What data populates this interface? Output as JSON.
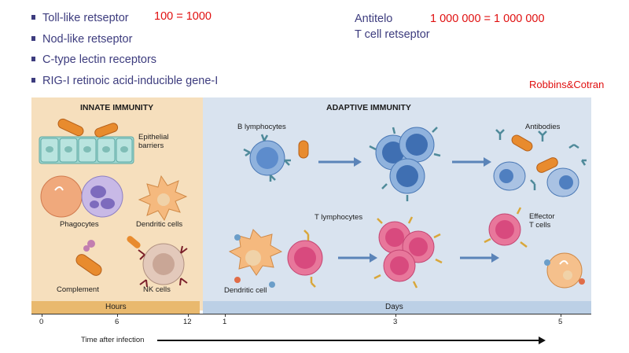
{
  "receptors": [
    "Toll-like retseptor",
    "Nod-like retseptor",
    "C-type lectin receptors",
    "RIG-I retinoic acid-inducible gene-I"
  ],
  "innate_count": "100 = 1000",
  "antigen_label": "Antitelo",
  "antigen_count": "1 000 000 = 1 000 000",
  "tcell_receptor_label": "T cell retseptor",
  "source": "Robbins&Cotran",
  "figure": {
    "innate_title": "INNATE IMMUNITY",
    "adaptive_title": "ADAPTIVE IMMUNITY",
    "epithelial": "Epithelial\nbarriers",
    "phagocytes": "Phagocytes",
    "dendritic_cells": "Dendritic cells",
    "complement": "Complement",
    "nk_cells": "NK cells",
    "b_lymphocytes": "B lymphocytes",
    "antibodies": "Antibodies",
    "t_lymphocytes": "T lymphocytes",
    "effector_t": "Effector\nT cells",
    "dendritic_cell": "Dendritic cell",
    "hours": "Hours",
    "days": "Days",
    "ticks": [
      "0",
      "6",
      "12",
      "1",
      "3",
      "5"
    ],
    "time_after_infection": "Time after infection"
  },
  "colors": {
    "bullet_text": "#3d3c7e",
    "red_text": "#e01010",
    "innate_bg": "#f6dfbd",
    "adaptive_bg": "#d9e3ef",
    "hours_bar": "#e9b96e",
    "days_bar": "#bcd0e6"
  }
}
